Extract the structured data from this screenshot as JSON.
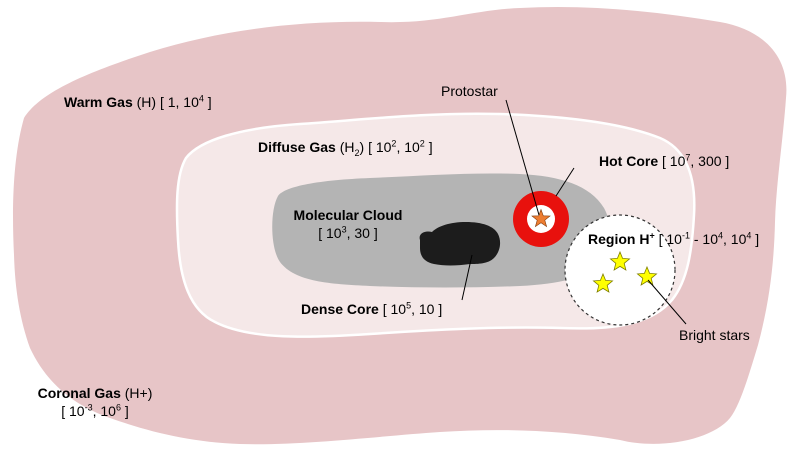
{
  "colors": {
    "outer_region": "#e7c5c7",
    "inner_region": "#f5e8e8",
    "molecular_cloud": "#b4b4b4",
    "dense_core": "#1c1c1c",
    "hot_core_ring": "#e8110d",
    "protostar_star": "#ed7d31",
    "bright_star": "#ffff00",
    "region_h_fill": "#ffffff"
  },
  "icons": {
    "protostar": "star-icon",
    "bright_stars": "star-icon"
  },
  "labels": {
    "warm_gas": {
      "name": "Warm Gas",
      "species": "(H)",
      "range_open": "[ 1, 10",
      "sup": "4",
      "range_close": " ]"
    },
    "diffuse_gas": {
      "name": "Diffuse Gas",
      "species_open": "(H",
      "sub": "2",
      "species_close": ")",
      "range_open": "[ 10",
      "sup1": "2",
      "mid": ", 10",
      "sup2": "2",
      "range_close": " ]"
    },
    "molecular_cloud": {
      "name": "Molecular Cloud",
      "range_open": "[ 10",
      "sup": "3",
      "range_close": ", 30 ]"
    },
    "dense_core": {
      "name": "Dense Core",
      "range_open": "[ 10",
      "sup": "5",
      "range_close": ", 10 ]"
    },
    "hot_core": {
      "name": "Hot Core",
      "range_open": "[ 10",
      "sup": "7",
      "range_close": ", 300 ]"
    },
    "protostar": "Protostar",
    "region_h": {
      "name": "Region H",
      "sup_name": "+",
      "range_open": "[ 10",
      "sup1": "-1",
      "mid": " - 10",
      "sup2": "4",
      "mid2": ", 10",
      "sup3": "4",
      "range_close": " ]"
    },
    "bright_stars": "Bright stars",
    "coronal_gas": {
      "name": "Coronal Gas",
      "species": "(H+)",
      "range_open": "[ 10",
      "sup1": "-3",
      "mid": ", 10",
      "sup2": "6",
      "range_close": " ]"
    }
  }
}
